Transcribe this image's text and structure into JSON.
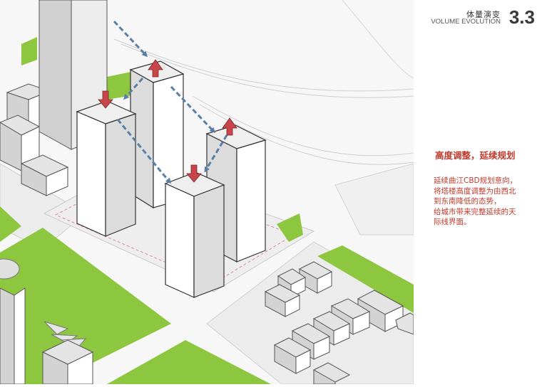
{
  "header": {
    "title_cn": "体量演变",
    "title_en": "VOLUME EVOLUTION",
    "number": "3.3"
  },
  "section": {
    "title": "高度调整，延续规划",
    "body_lines": [
      "延续曲江CBD规划意向，",
      "将塔楼高度调整为由西北",
      "到东南降低的态势，",
      "给城市带来完整延续的天",
      "际线界面。"
    ]
  },
  "colors": {
    "green": "#8dc63f",
    "block": "#ececec",
    "arrow_red": "#c8454a",
    "arrow_blue": "#5a7fa6",
    "text_red": "#c0392b"
  },
  "arrows": [
    {
      "tower": "tower-1",
      "direction": "down"
    },
    {
      "tower": "tower-2",
      "direction": "up"
    },
    {
      "tower": "tower-3",
      "direction": "up"
    },
    {
      "tower": "tower-4",
      "direction": "down"
    }
  ]
}
